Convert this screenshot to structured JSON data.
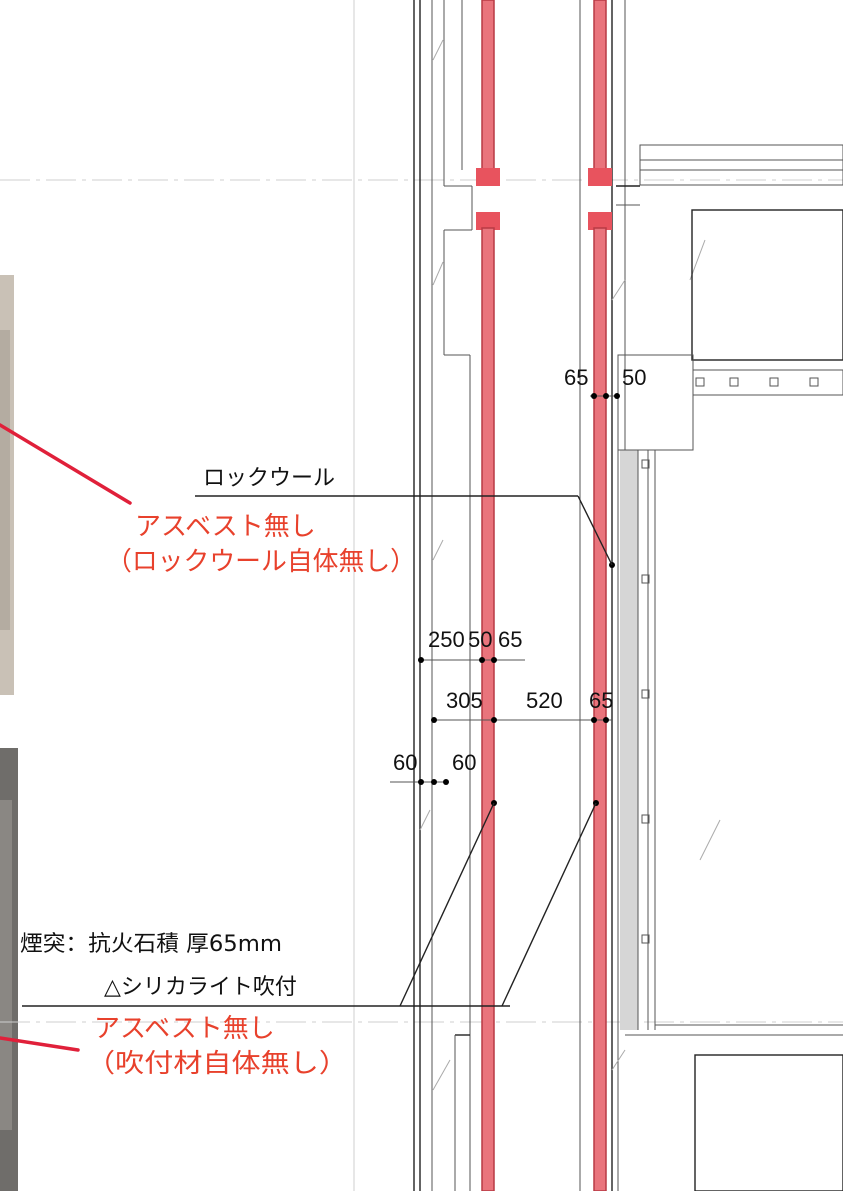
{
  "colors": {
    "chimney_fill": "#e9747c",
    "chimney_stroke": "#b83a44",
    "cap": "#e8535e",
    "callout": "#e0203a",
    "note_text": "#e8412c",
    "insulation": "#d6d6d6",
    "photo_top": "#c9c1b6",
    "photo_bottom": "#6f6d6a"
  },
  "labels": {
    "rockwool": "ロックウール",
    "chimney_spec": "煙突：抗火石積 厚65mm",
    "silicalite": "△シリカライト吹付"
  },
  "notes": {
    "note1_line1": "アスベスト無し",
    "note1_line2": "（ロックウール自体無し）",
    "note2_line1": "アスベスト無し",
    "note2_line2": "（吹付材自体無し）"
  },
  "dimensions": {
    "d65_top": "65",
    "d50_top": "50",
    "d250": "250",
    "d50_mid": "50",
    "d65_mid": "65",
    "d305": "305",
    "d520": "520",
    "d65_low": "65",
    "d60_left": "60",
    "d60_right": "60"
  }
}
